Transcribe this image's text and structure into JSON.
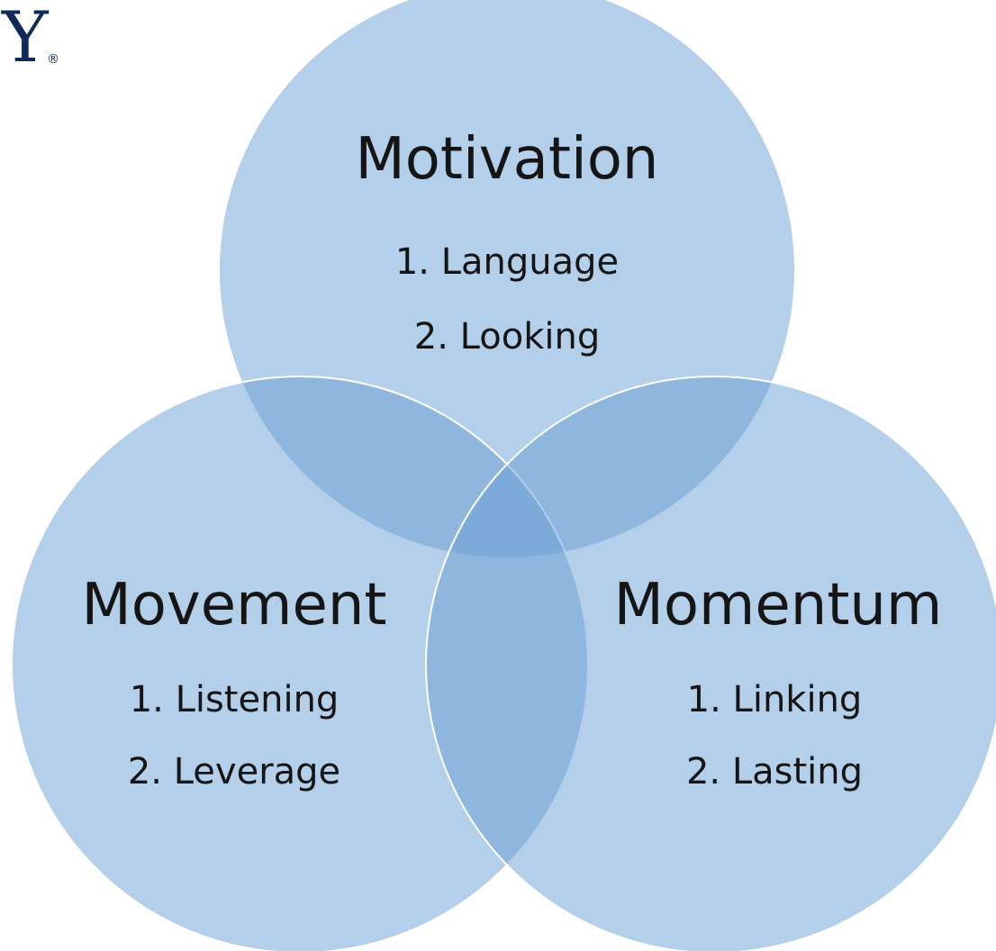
{
  "logo": {
    "letter": "Y",
    "mark": "®"
  },
  "colors": {
    "circle_fill": "#6a9fd3",
    "circle_stroke": "#ffffff",
    "text": "#151515",
    "logo": "#0f2a56"
  },
  "circles": [
    {
      "title": "Motivation",
      "items": [
        "1. Language",
        "2. Looking"
      ]
    },
    {
      "title": "Movement",
      "items": [
        "1. Listening",
        "2. Leverage"
      ]
    },
    {
      "title": "Momentum",
      "items": [
        "1. Linking",
        "2. Lasting"
      ]
    }
  ]
}
